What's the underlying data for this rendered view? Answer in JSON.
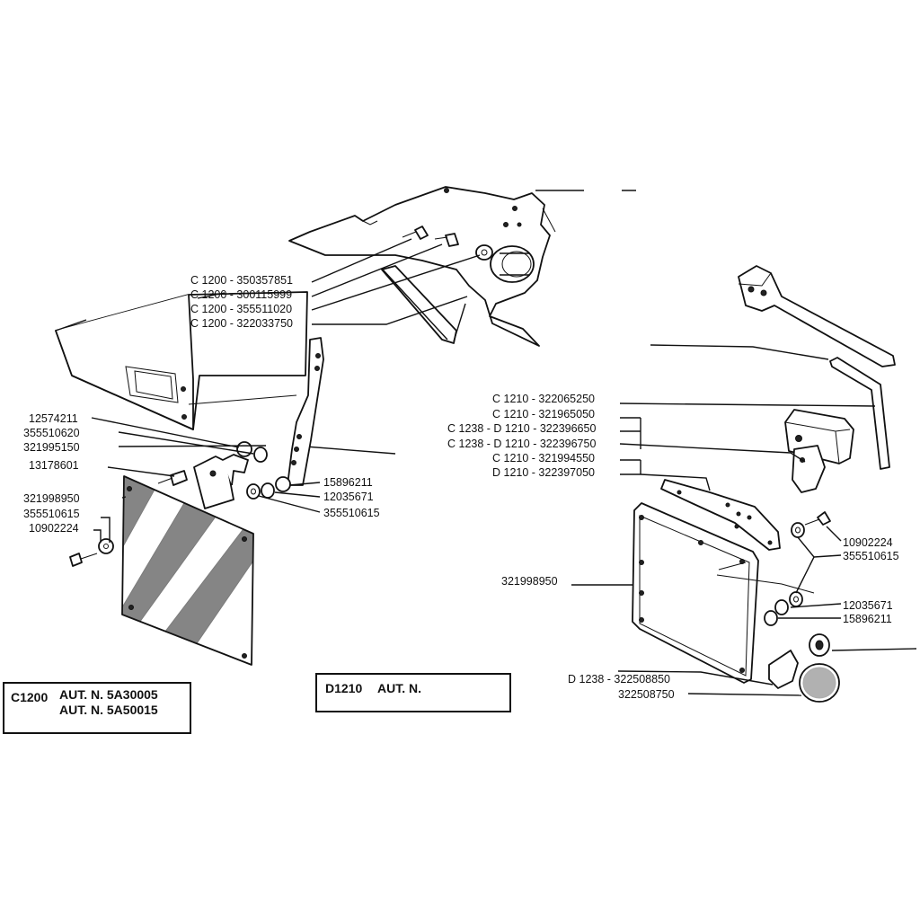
{
  "labels_left": [
    "C 1200 - 350357851",
    "C 1200 - 300115999",
    "C 1200 - 355511020",
    "C 1200 - 322033750",
    "12574211",
    "355510620",
    "321995150",
    "13178601",
    "321998950",
    "355510615",
    "10902224",
    "15896211",
    "12035671",
    "355510615"
  ],
  "labels_right": [
    "C 1210   - 322065250",
    "C 1210   - 321965050",
    "C 1238 - D 1210 - 322396650",
    "C 1238 - D 1210 - 322396750",
    "C 1210   - 321994550",
    "D 1210   - 322397050",
    "321998950",
    "10902224",
    "355510615",
    "12035671",
    "15896211",
    "D 1238 - 322508850",
    "322508750"
  ],
  "box_c1200": {
    "model": "C1200",
    "line1": "AUT. N. 5A30005",
    "line2": "AUT. N. 5A50015"
  },
  "box_d1210": {
    "model": "D1210",
    "line1": "AUT. N."
  }
}
